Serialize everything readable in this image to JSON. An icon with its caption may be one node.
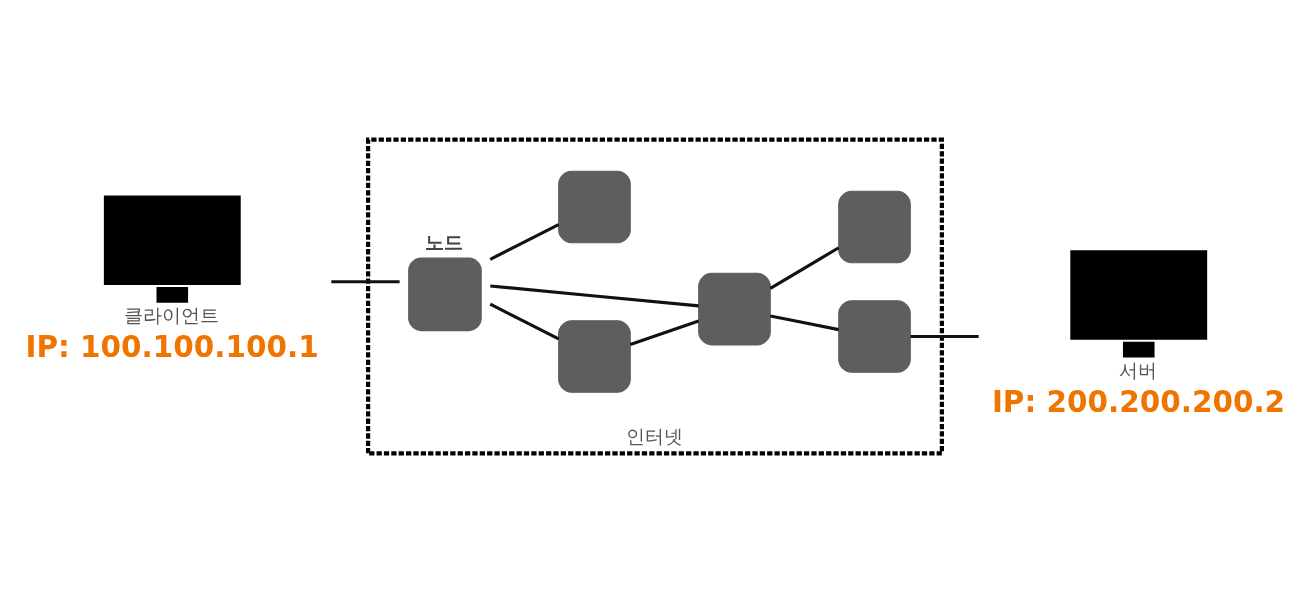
{
  "diagram": {
    "nodes": [
      {
        "text": [
          "인터넷"
        ]
      },
      {
        "text": [
          "클라이언트",
          "IP: 100.100.100.1"
        ]
      },
      {
        "text": [
          "노드"
        ],
        "in": 0
      },
      {
        "text": [],
        "shape": "box",
        "in": 0
      },
      {
        "text": [],
        "shape": "box",
        "in": 0
      },
      {
        "text": [],
        "shape": "box",
        "in": 0
      },
      {
        "text": [],
        "shape": "box",
        "in": 0
      },
      {
        "text": [],
        "shape": "box",
        "in": 0
      },
      {
        "text": [
          "서버",
          "IP: 200.200.200.2"
        ]
      }
    ],
    "edges": [
      {
        "from": 1,
        "to": 2,
        "arrow": "none"
      },
      {
        "from": 2,
        "to": 3,
        "arrow": "none"
      },
      {
        "from": 2,
        "to": 4,
        "arrow": "none"
      },
      {
        "from": 3,
        "to": 4,
        "arrow": "none"
      },
      {
        "from": 4,
        "to": 5,
        "arrow": "none"
      },
      {
        "from": 5,
        "to": 8,
        "arrow": "none"
      },
      {
        "from": 2,
        "to": 6,
        "arrow": "none"
      },
      {
        "from": 4,
        "to": 7,
        "arrow": "none"
      }
    ]
  }
}
